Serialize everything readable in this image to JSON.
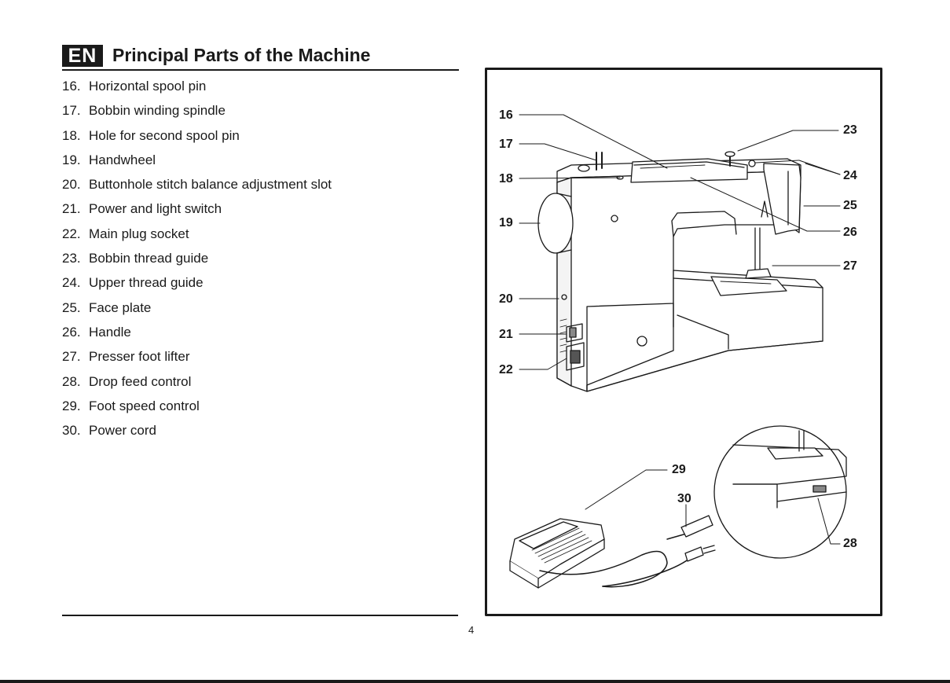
{
  "header": {
    "lang_badge": "EN",
    "title": "Principal Parts of the Machine"
  },
  "parts": [
    {
      "num": "16.",
      "label": "Horizontal spool pin"
    },
    {
      "num": "17.",
      "label": "Bobbin winding spindle"
    },
    {
      "num": "18.",
      "label": "Hole for second spool pin"
    },
    {
      "num": "19.",
      "label": "Handwheel"
    },
    {
      "num": "20.",
      "label": "Buttonhole stitch balance adjustment slot"
    },
    {
      "num": "21.",
      "label": "Power and light switch"
    },
    {
      "num": "22.",
      "label": "Main plug socket"
    },
    {
      "num": "23.",
      "label": "Bobbin thread guide"
    },
    {
      "num": "24.",
      "label": "Upper thread guide"
    },
    {
      "num": "25.",
      "label": "Face plate"
    },
    {
      "num": "26.",
      "label": "Handle"
    },
    {
      "num": "27.",
      "label": "Presser foot lifter"
    },
    {
      "num": "28.",
      "label": "Drop feed control"
    },
    {
      "num": "29.",
      "label": "Foot speed control"
    },
    {
      "num": "30.",
      "label": "Power cord"
    }
  ],
  "figure": {
    "callouts": {
      "c16": "16",
      "c17": "17",
      "c18": "18",
      "c19": "19",
      "c20": "20",
      "c21": "21",
      "c22": "22",
      "c23": "23",
      "c24": "24",
      "c25": "25",
      "c26": "26",
      "c27": "27",
      "c28": "28",
      "c29": "29",
      "c30": "30"
    }
  },
  "page_number": "4"
}
